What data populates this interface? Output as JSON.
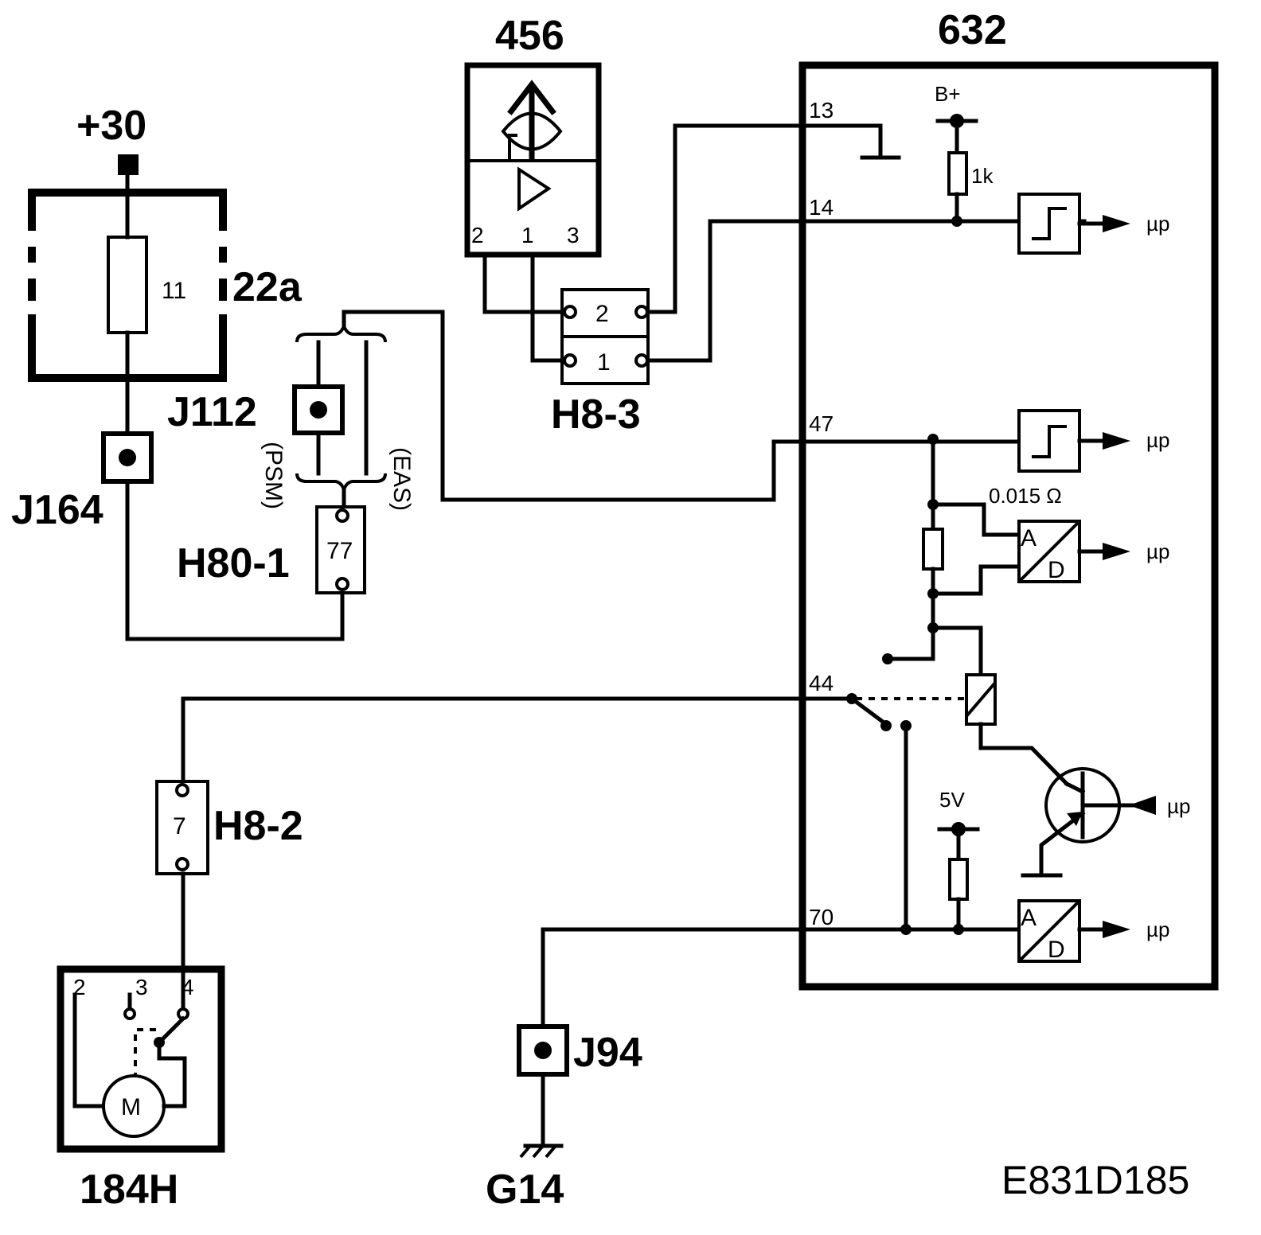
{
  "labels": {
    "supply": "+30",
    "fuse_box": "22a",
    "fuse_number": "11",
    "junction_j112": "J112",
    "junction_j164": "J164",
    "junction_j94": "J94",
    "variant_psm": "(PSM)",
    "variant_eas": "(EAS)",
    "connector_h80": "H80-1",
    "connector_h80_pin": "77",
    "sensor_456": "456",
    "sensor_pin_2": "2",
    "sensor_pin_1": "1",
    "sensor_pin_3": "3",
    "connector_h83": "H8-3",
    "connector_h83_pin2": "2",
    "connector_h83_pin1": "1",
    "connector_h82": "H8-2",
    "connector_h82_pin": "7",
    "motor_unit": "184H",
    "motor_pin_2": "2",
    "motor_pin_3": "3",
    "motor_pin_4": "4",
    "motor_symbol": "M",
    "ground": "G14",
    "control_unit": "632",
    "pin_13": "13",
    "pin_14": "14",
    "pin_47": "47",
    "pin_44": "44",
    "pin_70": "70",
    "bplus": "B+",
    "resistor_1k": "1k",
    "shunt": "0.015 Ω",
    "five_volt": "5V",
    "up_1": "µp",
    "up_2": "µp",
    "up_3": "µp",
    "up_4": "µp",
    "up_5": "µp",
    "adc1_a": "A",
    "adc1_d": "D",
    "adc2_a": "A",
    "adc2_d": "D",
    "diagram_code": "E831D185"
  }
}
